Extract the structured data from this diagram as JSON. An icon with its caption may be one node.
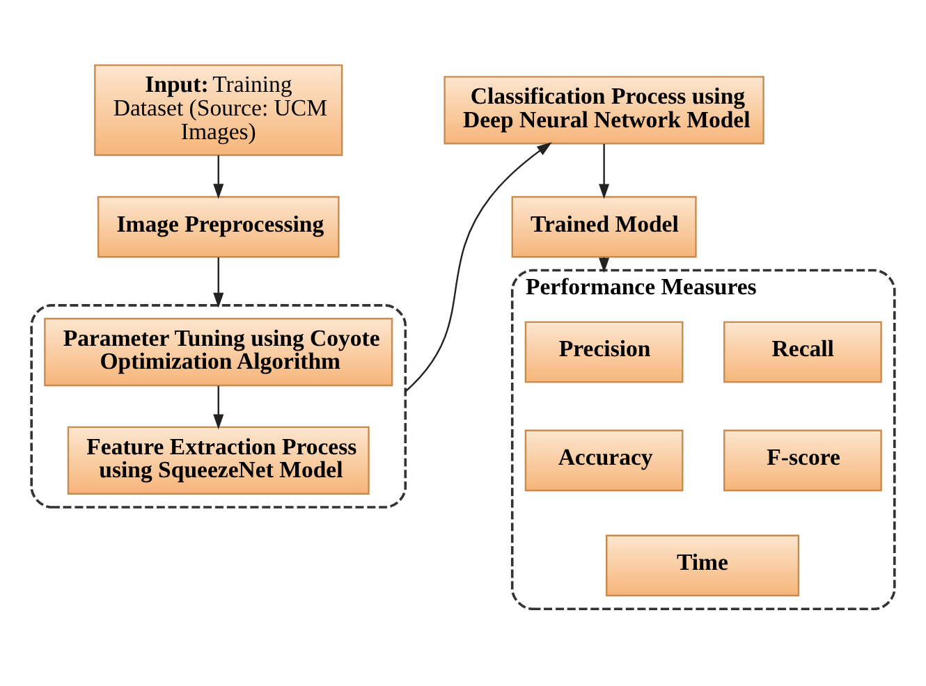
{
  "diagram": {
    "nodes": [
      {
        "text": [
          "**Input:** Training Dataset (Source: UCM Images)"
        ]
      },
      {
        "text": [
          "Image Preprocessing"
        ]
      },
      {
        "text": [],
        "shape": "box"
      },
      {
        "text": [
          "Parameter Tuning using Coyote Optimization Algorithm"
        ],
        "in": 2
      },
      {
        "text": [
          "Feature Extraction Process using SqueezeNet Model"
        ],
        "in": 2
      },
      {
        "text": [
          "Classification Process using Deep Neural Network Model"
        ]
      },
      {
        "text": [
          "Trained Model"
        ]
      },
      {
        "text": [
          "Performance Measures"
        ]
      },
      {
        "text": [
          "Precision"
        ],
        "in": 7
      },
      {
        "text": [
          "Recall"
        ],
        "in": 7
      },
      {
        "text": [
          "Accuracy"
        ],
        "in": 7
      },
      {
        "text": [
          "F-score"
        ],
        "in": 7
      },
      {
        "text": [
          "Time"
        ],
        "in": 7
      }
    ],
    "edges": [
      {
        "from": 0,
        "to": 1,
        "arrow": "to"
      },
      {
        "from": 1,
        "to": 2,
        "arrow": "to"
      },
      {
        "from": 3,
        "to": 4,
        "arrow": "to"
      },
      {
        "from": 2,
        "to": 5,
        "arrow": "to"
      },
      {
        "from": 5,
        "to": 6,
        "arrow": "to"
      },
      {
        "from": 6,
        "to": 7,
        "arrow": "to"
      }
    ]
  }
}
